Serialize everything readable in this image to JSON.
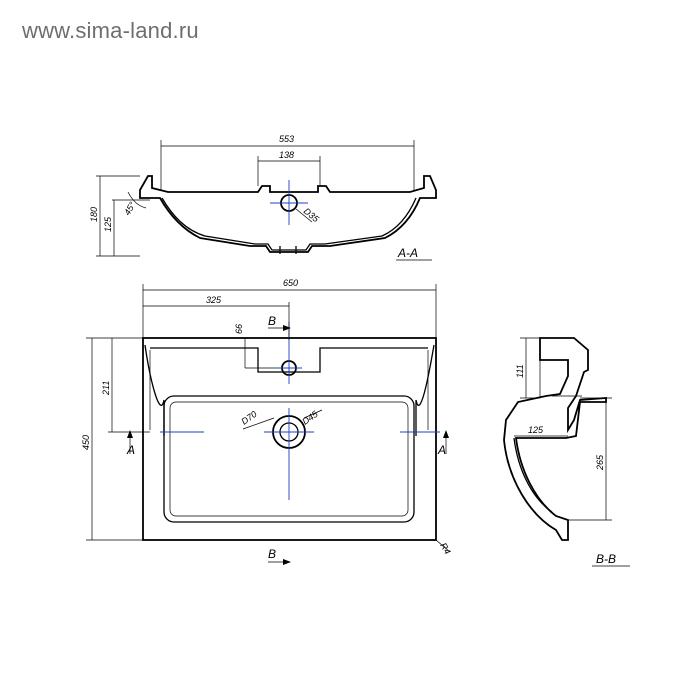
{
  "watermark": "www.sima-land.ru",
  "section_aa": {
    "label": "A-A",
    "dim_width_overall": "553",
    "dim_hole_span": "138",
    "dim_height": "180",
    "dim_inner_height": "125",
    "dim_angle": "45°",
    "dim_hole_diameter": "D35"
  },
  "plan_view": {
    "dim_width": "650",
    "dim_center": "325",
    "dim_depth": "450",
    "dim_to_drain": "211",
    "dim_hole_offset": "66",
    "dim_drain_outer": "D70",
    "dim_drain_inner": "D45",
    "dim_corner_radius": "R4",
    "section_marker_a": "A",
    "section_marker_b": "B"
  },
  "section_bb": {
    "label": "B-B",
    "dim_top": "111",
    "dim_offset": "125",
    "dim_height": "265"
  }
}
